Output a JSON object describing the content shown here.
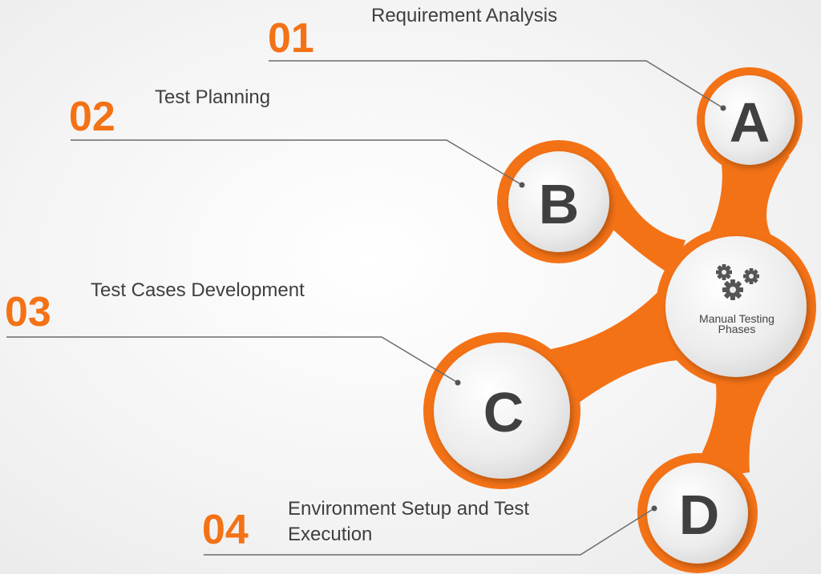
{
  "center": {
    "label_line1": "Manual Testing",
    "label_line2": "Phases",
    "icon": "gears-icon"
  },
  "phases": [
    {
      "number": "01",
      "letter": "A",
      "title": "Requirement Analysis"
    },
    {
      "number": "02",
      "letter": "B",
      "title": "Test Planning"
    },
    {
      "number": "03",
      "letter": "C",
      "title": "Test Cases Development"
    },
    {
      "number": "04",
      "letter": "D",
      "title_line1": "Environment Setup and Test",
      "title_line2": "Execution"
    }
  ],
  "colors": {
    "accent": "#f47216",
    "text": "#3f3f3f",
    "letter": "#404040",
    "connector": "#6b6b6b"
  }
}
